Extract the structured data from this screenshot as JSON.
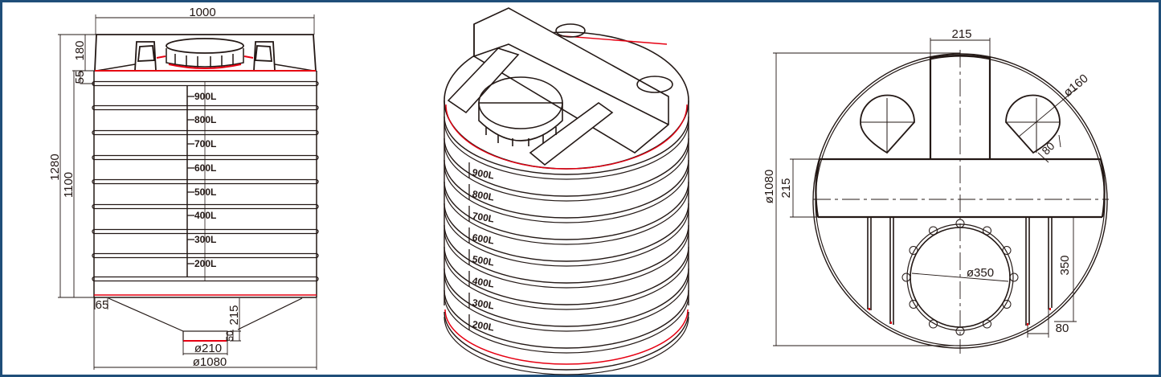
{
  "drawing": {
    "title": "Conical-bottom water tank technical drawing",
    "colors": {
      "frame": "#1f4e79",
      "line": "#231815",
      "highlight": "#e60012"
    },
    "front_view": {
      "dims": {
        "width": "1000",
        "lid_height": "180",
        "shoulder": "55",
        "total_height": "1280",
        "body_height": "1100",
        "cone_offset": "65",
        "cone_height": "215",
        "outlet_height": "50",
        "outlet_dia": "ø210",
        "base_dia": "ø1080"
      },
      "level_marks": [
        "900L",
        "800L",
        "700L",
        "600L",
        "500L",
        "400L",
        "300L",
        "200L"
      ]
    },
    "iso_view": {
      "level_marks": [
        "900L",
        "800L",
        "700L",
        "600L",
        "500L",
        "400L",
        "300L",
        "200L"
      ]
    },
    "top_view": {
      "dims": {
        "beam_width_top": "215",
        "diameter": "ø1080",
        "beam_width_side": "215",
        "vent_dia": "ø160",
        "vent_offset": "80",
        "manhole_dia": "ø350",
        "leg_length": "350",
        "leg_width": "80"
      }
    }
  }
}
